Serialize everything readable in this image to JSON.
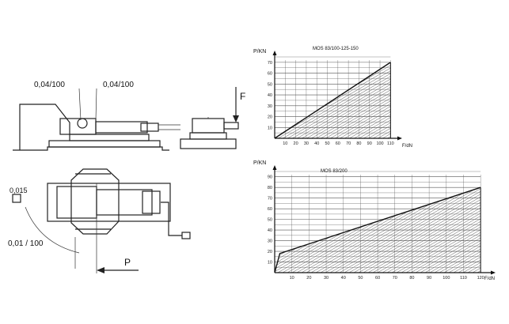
{
  "drawing": {
    "tol_left": "0,04/100",
    "tol_right": "0,04/100",
    "force_top": "F",
    "tol_bottom_small": "0,015",
    "tol_bottom": "0,01 / 100",
    "force_bottom": "P"
  },
  "chart_data": [
    {
      "type": "area",
      "title": "MOS 83/100-125-150",
      "ylabel": "P/KN",
      "xlabel": "F/dN",
      "x": [
        0,
        110
      ],
      "y": [
        0,
        70
      ],
      "xticks": [
        "10",
        "20",
        "30",
        "40",
        "50",
        "60",
        "70",
        "80",
        "90",
        "100",
        "110"
      ],
      "yticks": [
        "10",
        "20",
        "30",
        "40",
        "50",
        "60",
        "70"
      ],
      "xlim": [
        0,
        115
      ],
      "ylim": [
        0,
        75
      ],
      "grid": true
    },
    {
      "type": "area",
      "title": "MOS 83/200",
      "ylabel": "P/KN",
      "xlabel": "F/dN",
      "x": [
        0,
        3,
        120
      ],
      "y": [
        0,
        18,
        80
      ],
      "xticks": [
        "10",
        "20",
        "30",
        "40",
        "50",
        "60",
        "70",
        "80",
        "90",
        "100",
        "110",
        "120"
      ],
      "yticks": [
        "10",
        "20",
        "30",
        "40",
        "50",
        "60",
        "70",
        "80",
        "90"
      ],
      "xlim": [
        0,
        125
      ],
      "ylim": [
        0,
        95
      ],
      "grid": true
    }
  ]
}
